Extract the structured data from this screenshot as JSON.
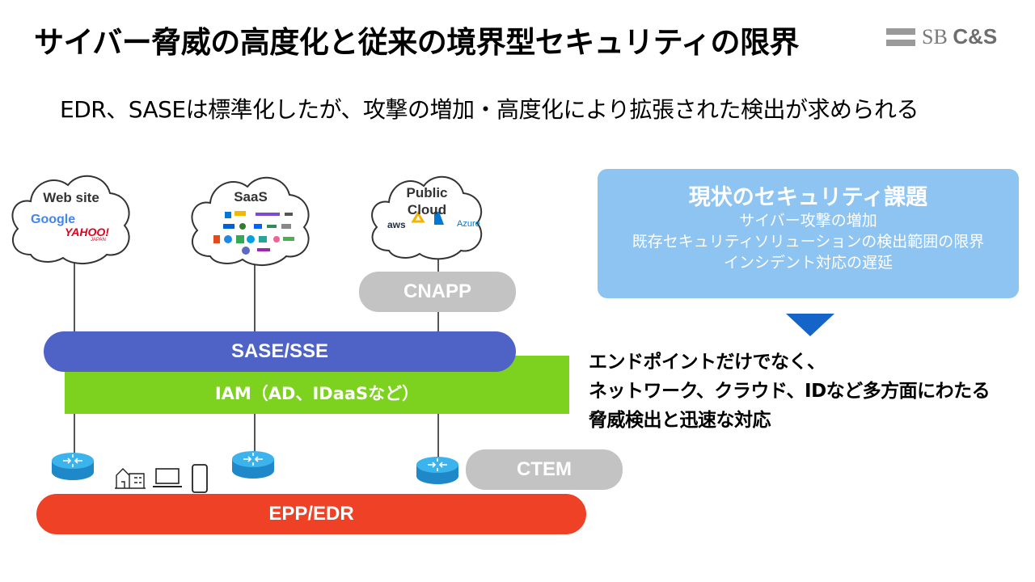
{
  "header": {
    "title": "サイバー脅威の高度化と従来の境界型セキュリティの限界",
    "logo_sb": "SB",
    "logo_cs": "C&S"
  },
  "subtitle": "EDR、SASEは標準化したが、攻撃の増加・高度化により拡張された検出が求められる",
  "clouds": {
    "website": {
      "label": "Web site",
      "google": "Google",
      "yahoo": "YAHOO!",
      "yahoo_sub": "JAPAN"
    },
    "saas": {
      "label": "SaaS"
    },
    "public_cloud": {
      "label_line1": "Public",
      "label_line2": "Cloud",
      "aws": "aws",
      "azure": "Azure"
    }
  },
  "layers": {
    "cnapp": "CNAPP",
    "sase": "SASE/SSE",
    "iam": "IAM（AD、IDaaSなど）",
    "ctem": "CTEM",
    "epp": "EPP/EDR"
  },
  "panel": {
    "title": "現状のセキュリティ課題",
    "items": [
      "サイバー攻撃の増加",
      "既存セキュリティソリューションの検出範囲の限界",
      "インシデント対応の遅延"
    ]
  },
  "result": {
    "lines": [
      "エンドポイントだけでなく、",
      "ネットワーク、クラウド、IDなど多方面にわたる",
      "脅威検出と迅速な対応"
    ]
  },
  "colors": {
    "sase": "#4f63c6",
    "iam": "#7dd11f",
    "epp": "#ee4125",
    "grey_pill": "#c3c3c3",
    "panel": "#8ec4f2",
    "arrow": "#1565c8",
    "router": "#29a3df"
  },
  "icons": [
    "cloud-icon",
    "router-icon",
    "building-icon",
    "laptop-icon",
    "smartphone-icon",
    "down-arrow-icon"
  ]
}
